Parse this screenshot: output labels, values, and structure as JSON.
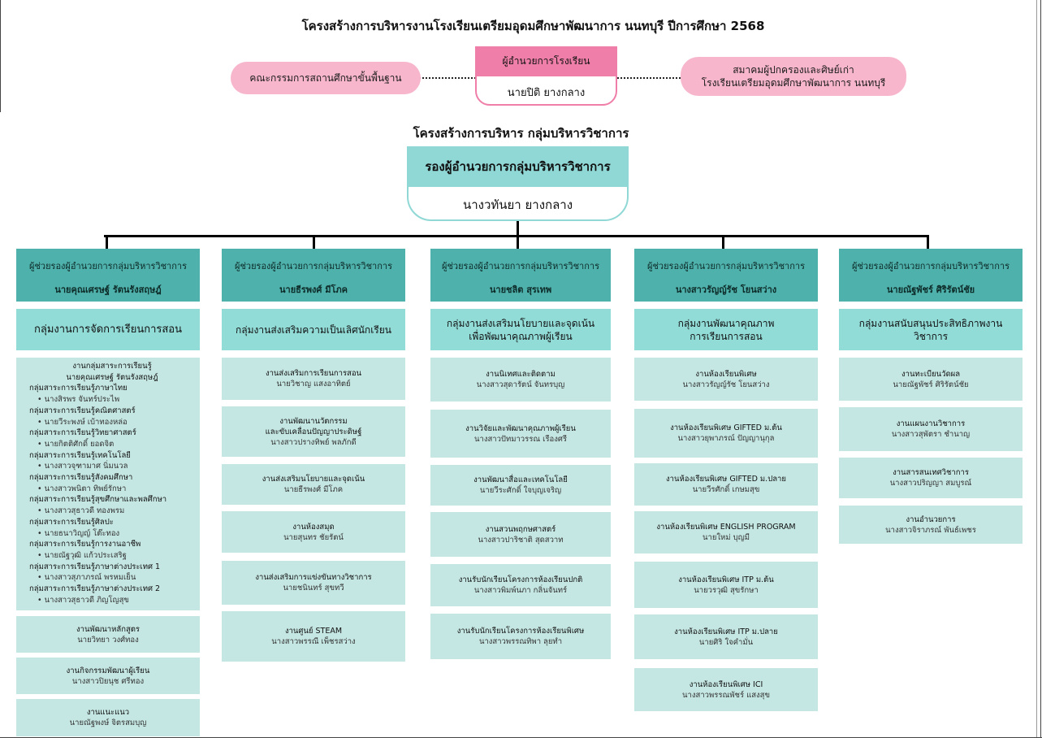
{
  "title": "โครงสร้างการบริหารงานโรงเรียนเตรียมอุดมศึกษาพัฒนาการ นนทบุรี ปีการศึกษา 2568",
  "top": {
    "left_pill": "คณะกรรมการสถานศึกษาขั้นพื้นฐาน",
    "director_title": "ผู้อำนวยการโรงเรียน",
    "director_name": "นายปิติ ยางกลาง",
    "right_pill_line1": "สมาคมผู้ปกครองและศิษย์เก่า",
    "right_pill_line2": "โรงเรียนเตรียมอุดมศึกษาพัฒนาการ นนทบุรี"
  },
  "subtitle": "โครงสร้างการบริหาร กลุ่มบริหารวิชาการ",
  "deputy": {
    "title": "รองผู้อำนวยการกลุ่มบริหารวิชาการ",
    "name": "นางวทันยา ยางกลาง"
  },
  "columns": [
    {
      "assistant_title": "ผู้ช่วยรองผู้อำนวยการกลุ่มบริหารวิชาการ",
      "assistant_name": "นายคุณเศรษฐ์ รัตนรังสฤษฎ์",
      "group": "กลุ่มงานการจัดการเรียนการสอน",
      "list": {
        "head1": "งานกลุ่มสาระการเรียนรู้",
        "head2": "นายคุณเศรษฐ์ รัตนรังสฤษฎ์",
        "items": [
          {
            "label": "กลุ่มสาระการเรียนรู้ภาษาไทย",
            "person": "นางสิรพร จันทร์ประไพ"
          },
          {
            "label": "กลุ่มสาระการเรียนรู้คณิตศาสตร์",
            "person": "นายวีระพงษ์ เบ้าทองหล่อ"
          },
          {
            "label": "กลุ่มสาระการเรียนรู้วิทยาศาสตร์",
            "person": "นายกิตติศักดิ์ ยอดจิต"
          },
          {
            "label": "กลุ่มสาระการเรียนรู้เทคโนโลยี",
            "person": "นางสาวจุฑามาศ นิ่มนวล"
          },
          {
            "label": "กลุ่มสาระการเรียนรู้สังคมศึกษา",
            "person": "นางสาวพนิตา ทิพย์รักษา"
          },
          {
            "label": "กลุ่มสาระการเรียนรู้สุขศึกษาและพลศึกษา",
            "person": "นางสาวสุธาวดี ทองพรม"
          },
          {
            "label": "กลุ่มสาระการเรียนรู้ศิลปะ",
            "person": "นายธนาวิญญ์ โต๊ะทอง"
          },
          {
            "label": "กลุ่มสาระการเรียนรู้การงานอาชีพ",
            "person": "นายณัฐวุฒิ แก้วประเสริฐ"
          },
          {
            "label": "กลุ่มสาระการเรียนรู้ภาษาต่างประเทศ 1",
            "person": "นางสาวสุภาภรณ์ พรหมเย็น"
          },
          {
            "label": "กลุ่มสาระการเรียนรู้ภาษาต่างประเทศ 2",
            "person": "นางสาวสุธาวดี ภิญโญสุข"
          }
        ]
      },
      "tasks": [
        {
          "name": "งานพัฒนาหลักสูตร",
          "person": "นายวิทยา วงศ์ทอง"
        },
        {
          "name": "งานกิจกรรมพัฒนาผู้เรียน",
          "person": "นางสาวปิยนุช ศรีทอง"
        },
        {
          "name": "งานแนะแนว",
          "person": "นายณัฐพงษ์ จิตรสมบุญ"
        }
      ]
    },
    {
      "assistant_title": "ผู้ช่วยรองผู้อำนวยการกลุ่มบริหารวิชาการ",
      "assistant_name": "นายธีรพงศ์ มีโภค",
      "group": "กลุ่มงานส่งเสริมความเป็นเลิศนักเรียน",
      "tasks": [
        {
          "name": "งานส่งเสริมการเรียนการสอน",
          "person": "นายวิชาญ แสงอาทิตย์"
        },
        {
          "name": "งานพัฒนานวัตกรรม",
          "name2": "และขับเคลื่อนปัญญาประดิษฐ์",
          "person": "นางสาวปรางทิพย์ พลภักดี"
        },
        {
          "name": "งานส่งเสริมนโยบายและจุดเน้น",
          "person": "นายธีรพงศ์ มีโภค"
        },
        {
          "name": "งานห้องสมุด",
          "person": "นายสุนทร ชัยรัตน์"
        },
        {
          "name": "งานส่งเสริมการแข่งขันทางวิชาการ",
          "person": "นายชนินทร์ สุขทวี"
        },
        {
          "name": "งานศูนย์ STEAM",
          "person": "นางสาวพรรณี เพ็ชรสว่าง"
        }
      ]
    },
    {
      "assistant_title": "ผู้ช่วยรองผู้อำนวยการกลุ่มบริหารวิชาการ",
      "assistant_name": "นายชลิต สุรเทพ",
      "group": "กลุ่มงานส่งเสริมนโยบายและจุดเน้น",
      "group2": "เพื่อพัฒนาคุณภาพผู้เรียน",
      "tasks": [
        {
          "name": "งานนิเทศและติดตาม",
          "person": "นางสาวสุดารัตน์ จันทรบุญ"
        },
        {
          "name": "งานวิจัยและพัฒนาคุณภาพผู้เรียน",
          "person": "นางสาวปัทมาวรรณ เรืองศรี"
        },
        {
          "name": "งานพัฒนาสื่อและเทคโนโลยี",
          "person": "นายวีระศักดิ์ ใจบุญเจริญ"
        },
        {
          "name": "งานสวนพฤกษศาสตร์",
          "person": "นางสาวปาริชาติ สุดสวาท"
        },
        {
          "name": "งานรับนักเรียนโครงการห้องเรียนปกติ",
          "person": "นางสาวพิมพ์นภา กลิ่นจันทร์"
        },
        {
          "name": "งานรับนักเรียนโครงการห้องเรียนพิเศษ",
          "person": "นางสาวพรรณทิพา ลุยทำ"
        }
      ]
    },
    {
      "assistant_title": "ผู้ช่วยรองผู้อำนวยการกลุ่มบริหารวิชาการ",
      "assistant_name": "นางสาวรัญญ์รัช โยนสว่าง",
      "group": "กลุ่มงานพัฒนาคุณภาพ",
      "group2": "การเรียนการสอน",
      "tasks": [
        {
          "name": "งานห้องเรียนพิเศษ",
          "person": "นางสาวรัญญ์รัช โยนสว่าง"
        },
        {
          "name": "งานห้องเรียนพิเศษ GIFTED ม.ต้น",
          "person": "นางสาวยุพาภรณ์ ปัญญานุกุล"
        },
        {
          "name": "งานห้องเรียนพิเศษ GIFTED ม.ปลาย",
          "person": "นายวีรศักดิ์ เกษมสุข"
        },
        {
          "name": "งานห้องเรียนพิเศษ ENGLISH PROGRAM",
          "person": "นายใหม่ บุญมี"
        },
        {
          "name": "งานห้องเรียนพิเศษ ITP ม.ต้น",
          "person": "นายวรวุฒิ สุขรักษา"
        },
        {
          "name": "งานห้องเรียนพิเศษ ITP ม.ปลาย",
          "person": "นายศิริ ใจคำมั่น"
        },
        {
          "name": "งานห้องเรียนพิเศษ ICI",
          "person": "นางสาวพรรณพัชร์ แสงสุข"
        }
      ]
    },
    {
      "assistant_title": "ผู้ช่วยรองผู้อำนวยการกลุ่มบริหารวิชาการ",
      "assistant_name": "นายณัฐพัชร์ ศิริรัตน์ชัย",
      "group": "กลุ่มงานสนับสนุนประสิทธิภาพงานวิชาการ",
      "tasks": [
        {
          "name": "งานทะเบียนวัดผล",
          "person": "นายณัฐพัชร์ ศิริรัตน์ชัย"
        },
        {
          "name": "งานแผนงานวิชาการ",
          "person": "นางสาวสุพัตรา ชำนาญ"
        },
        {
          "name": "งานสารสนเทศวิชาการ",
          "person": "นางสาวปริญญา สมบูรณ์"
        },
        {
          "name": "งานอำนวยการ",
          "person": "นางสาวจิราภรณ์ พันธ์เพชร"
        }
      ]
    }
  ]
}
